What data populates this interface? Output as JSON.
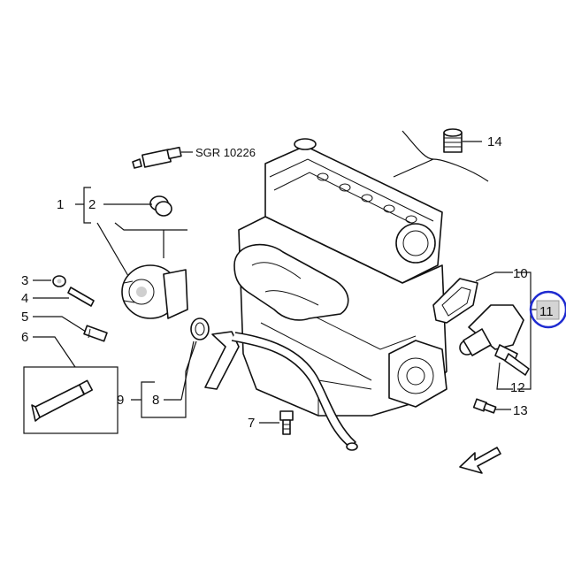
{
  "callouts": {
    "n1": "1",
    "n2": "2",
    "n3": "3",
    "n4": "4",
    "n5": "5",
    "n6": "6",
    "n7": "7",
    "n8": "8",
    "n9": "9",
    "n10": "10",
    "n11": "11",
    "n12": "12",
    "n13": "13",
    "n14": "14"
  },
  "sgr_label": "SGR 10226",
  "highlight": {
    "part": "11",
    "ring_color": "#1f2bd0",
    "box_fill": "#d4d4d4"
  }
}
